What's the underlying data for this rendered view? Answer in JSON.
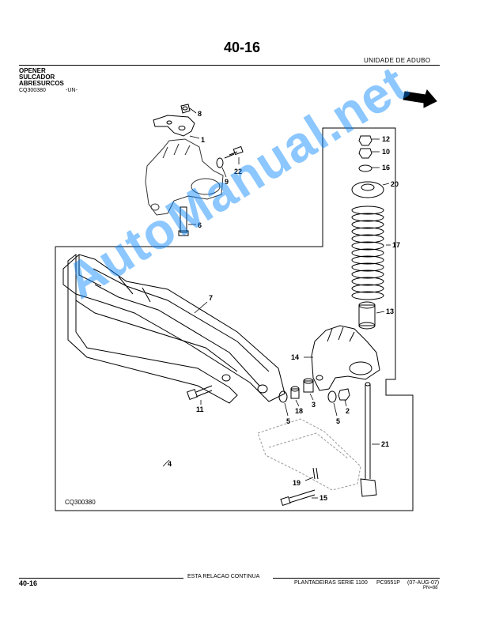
{
  "header": {
    "page_number": "40-16",
    "section": "UNIDADE DE ADUBO",
    "title_en": "OPENER",
    "title_pt": "SULCADOR",
    "title_es": "ABRESURCOS",
    "ref_code": "CQ300380",
    "ref_unit": "-UN-"
  },
  "watermark": "AutoManual.net",
  "diagram": {
    "code": "CQ300380",
    "callouts": [
      "8",
      "1",
      "22",
      "9",
      "6",
      "12",
      "10",
      "16",
      "20",
      "17",
      "13",
      "14",
      "7",
      "11",
      "5",
      "18",
      "3",
      "5",
      "2",
      "4",
      "21",
      "19",
      "15"
    ]
  },
  "footer": {
    "continue": "ESTA RELACAO CONTINUA",
    "page": "40-16",
    "book": "PLANTADEIRAS SERIE 1100",
    "pc": "PC9551P",
    "date": "(07-AUG-07)",
    "pn": "PN=88"
  }
}
